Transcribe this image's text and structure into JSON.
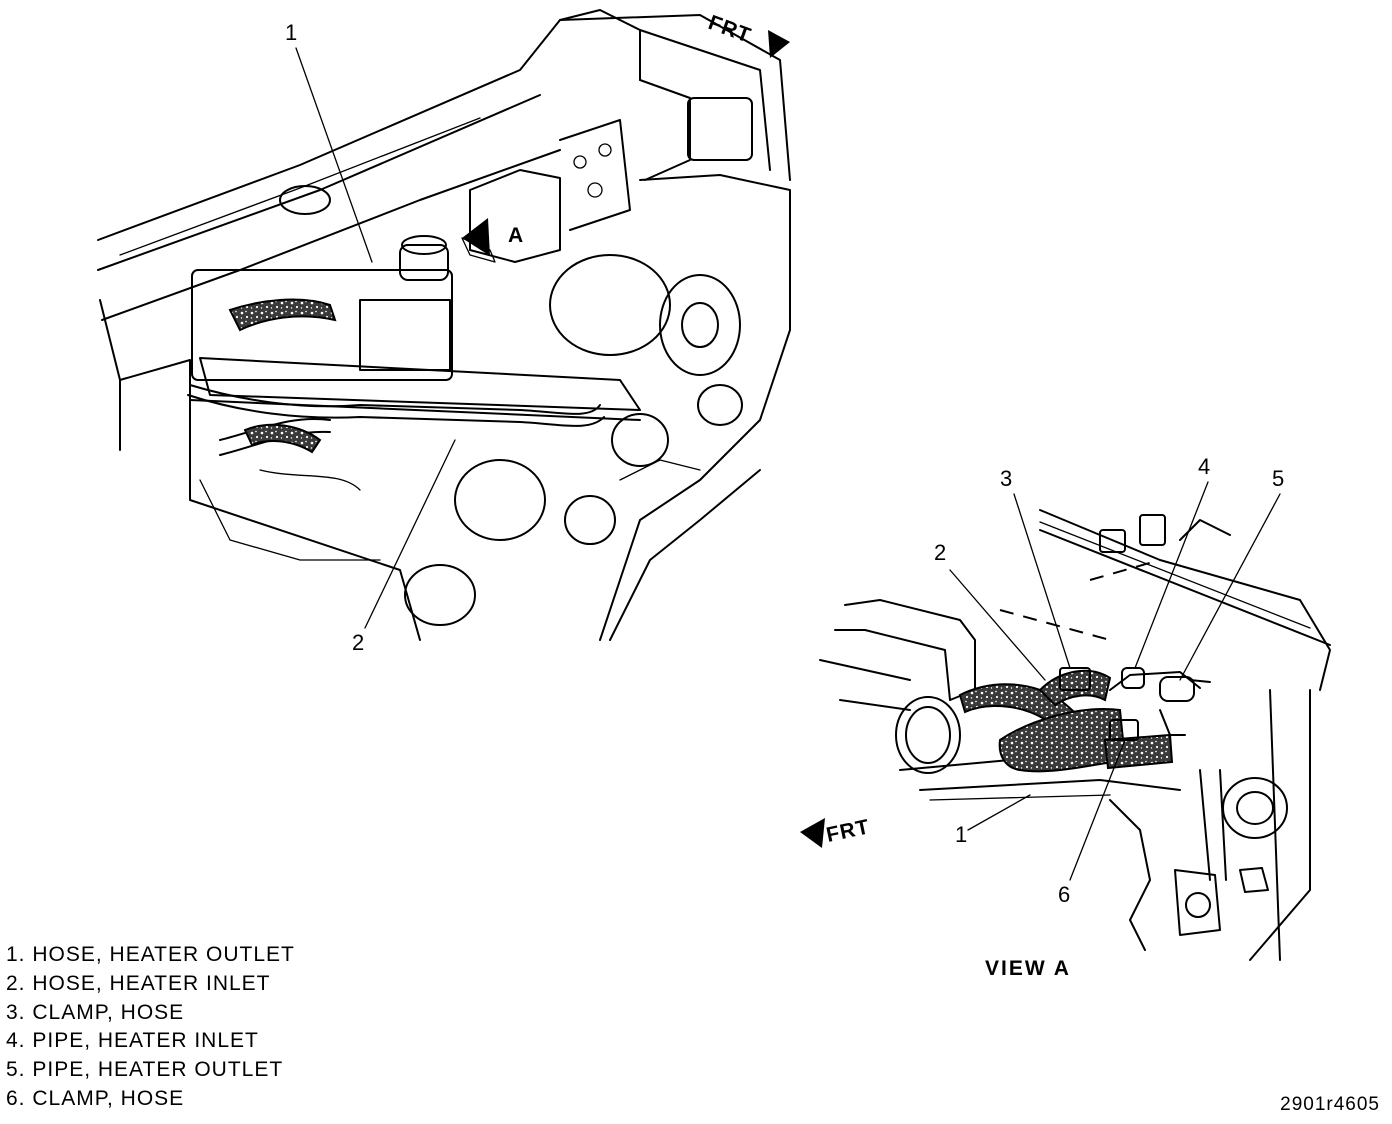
{
  "diagram": {
    "main_view_callouts": [
      "1",
      "2"
    ],
    "view_a_callouts": [
      "1",
      "2",
      "3",
      "4",
      "5",
      "6"
    ],
    "frt_label": "FRT",
    "view_marker": "A",
    "view_title": "VIEW A"
  },
  "legend": [
    "1. HOSE, HEATER OUTLET",
    "2. HOSE, HEATER INLET",
    "3. CLAMP, HOSE",
    "4. PIPE, HEATER INLET",
    "5. PIPE, HEATER OUTLET",
    "6. CLAMP, HOSE"
  ],
  "figure_code": "2901r4605"
}
